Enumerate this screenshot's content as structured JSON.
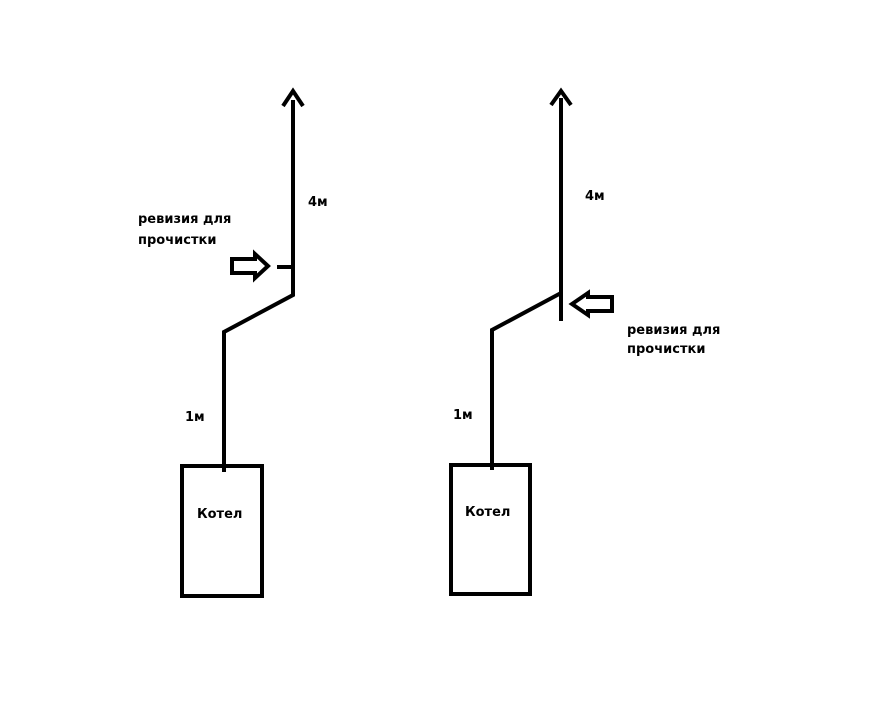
{
  "colors": {
    "background": "#ffffff",
    "ink": "#000000"
  },
  "diagrams": [
    {
      "boiler_label": "Котел",
      "lower_length": "1м",
      "upper_length": "4м",
      "revision_line1": "ревизия для",
      "revision_line2": "прочистки",
      "flow_arrow_icon": "arrow-up-icon",
      "pointer_icon": "arrow-right-icon"
    },
    {
      "boiler_label": "Котел",
      "lower_length": "1м",
      "upper_length": "4м",
      "revision_line1": "ревизия для",
      "revision_line2": "прочистки",
      "flow_arrow_icon": "arrow-up-icon",
      "pointer_icon": "arrow-left-icon"
    }
  ]
}
